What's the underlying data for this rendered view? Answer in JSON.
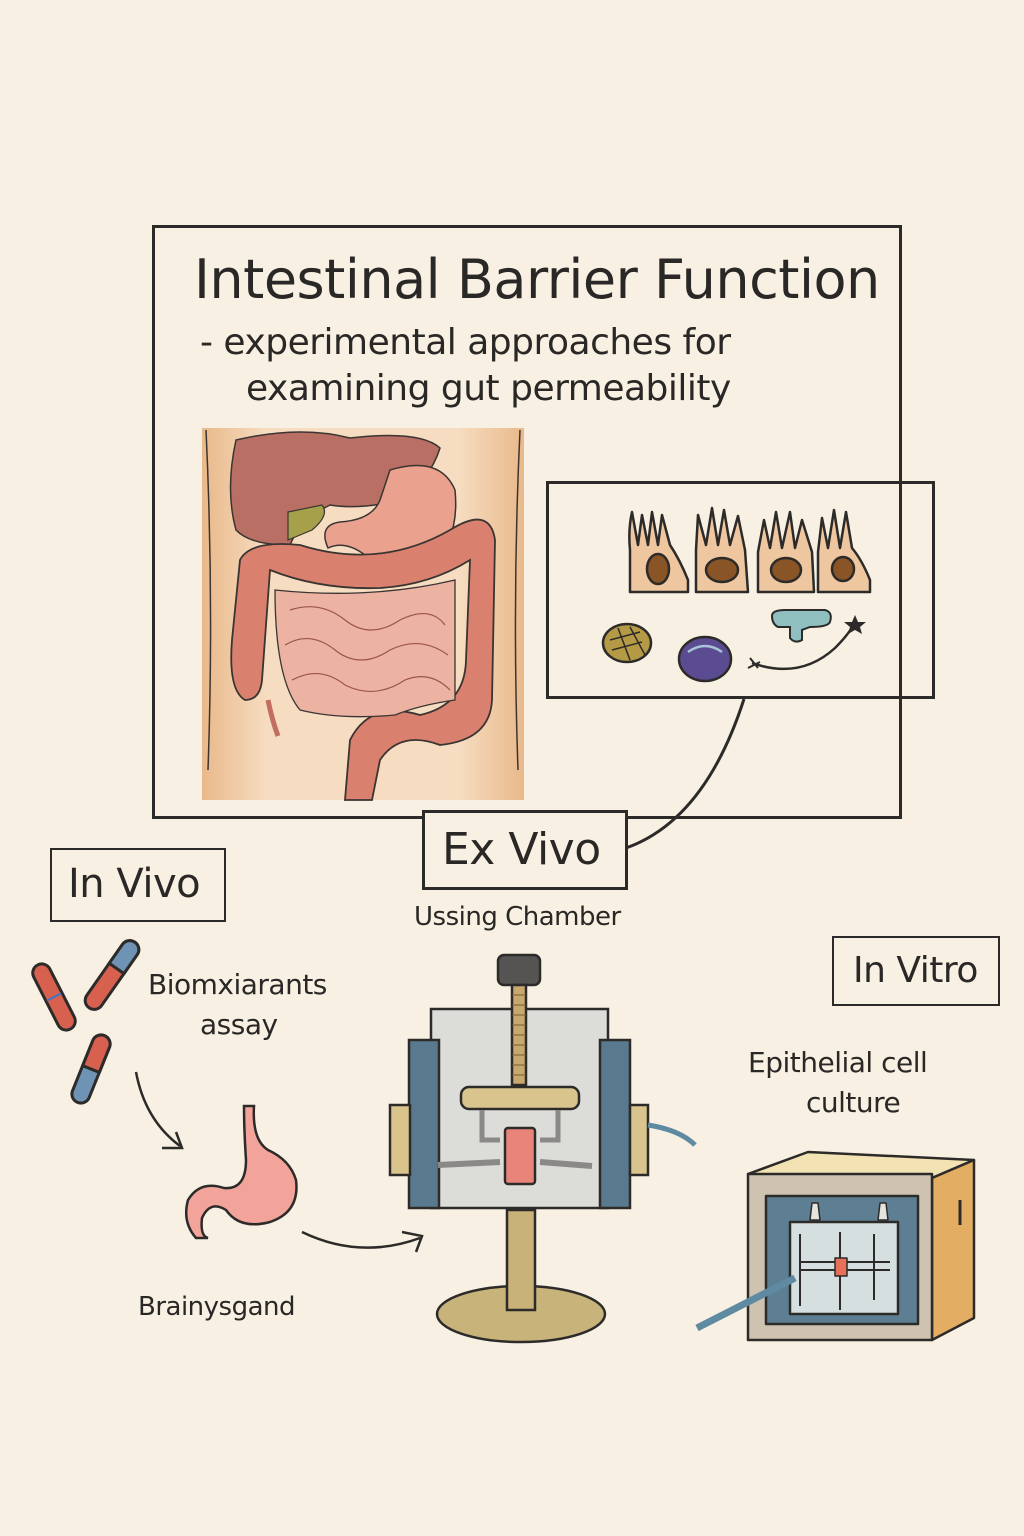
{
  "header": {
    "title": "Intestinal Barrier Function",
    "subtitle_line1": "- experimental approaches for",
    "subtitle_line2": "examining gut permeability"
  },
  "sections": {
    "in_vivo": {
      "label": "In Vivo",
      "assay_line1": "Biomxiarants",
      "assay_line2": "assay",
      "organ_label": "Brainysgand"
    },
    "ex_vivo": {
      "label": "Ex Vivo",
      "method": "Ussing Chamber"
    },
    "in_vitro": {
      "label": "In Vitro",
      "method_line1": "Epithelial cell",
      "method_line2": "culture"
    }
  },
  "colors": {
    "background": "#f8f1e3",
    "ink": "#2d2b29",
    "cell_fill": "#eec7a0",
    "nucleus": "#8a5526",
    "capsule_red": "#d8604e",
    "capsule_blue": "#6e93b4",
    "stomach_pink": "#f2a49a",
    "chamber_blue": "#597a8e",
    "brass": "#d8c48c",
    "incubator_orange": "#e3ad63"
  }
}
